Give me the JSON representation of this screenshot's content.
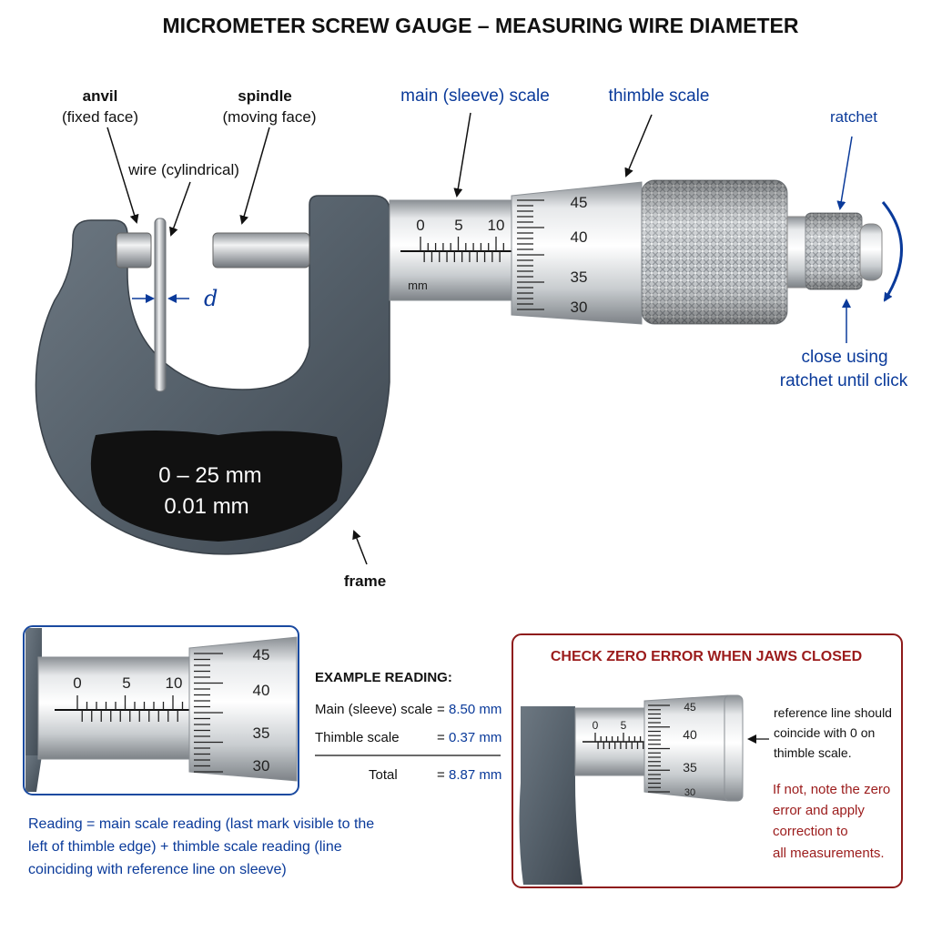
{
  "title": "MICROMETER SCREW GAUGE – MEASURING WIRE DIAMETER",
  "labels": {
    "anvil": "anvil",
    "anvil_sub": "(fixed face)",
    "spindle": "spindle",
    "spindle_sub": "(moving face)",
    "wire": "wire (cylindrical)",
    "d": "d",
    "main_scale": "main (sleeve) scale",
    "thimble_scale": "thimble scale",
    "ratchet": "ratchet",
    "ratchet_note_1": "close using",
    "ratchet_note_2": "ratchet until click",
    "frame": "frame",
    "range": "0 – 25 mm",
    "resolution": "0.01 mm",
    "unit_mm": "mm"
  },
  "sleeve_ticks": [
    "0",
    "5",
    "10"
  ],
  "thimble_ticks": [
    "45",
    "40",
    "35",
    "30"
  ],
  "zero_sleeve_ticks": [
    "0",
    "5"
  ],
  "example": {
    "heading": "EXAMPLE READING:",
    "rows": [
      {
        "label": "Main (sleeve) scale",
        "eq": "=",
        "value": "8.50 mm"
      },
      {
        "label": "Thimble scale",
        "eq": "=",
        "value": "0.37 mm"
      },
      {
        "label": "Total",
        "eq": "=",
        "value": "8.87 mm"
      }
    ]
  },
  "formula_lines": [
    "Reading =  main scale reading (last mark visible to the",
    "left of thimble edge)  +  thimble scale reading (line",
    "coinciding with reference line on sleeve)"
  ],
  "zero_check": {
    "heading": "CHECK ZERO ERROR WHEN JAWS CLOSED",
    "note_lines": [
      "reference line should",
      "coincide with 0 on",
      "thimble scale."
    ],
    "warn_lines": [
      "If not, note the zero",
      "error and apply",
      "correction to",
      "all measurements."
    ]
  },
  "colors": {
    "frame": "#59646e",
    "accent_blue": "#0a3a9a",
    "accent_red": "#9b1b1b"
  }
}
